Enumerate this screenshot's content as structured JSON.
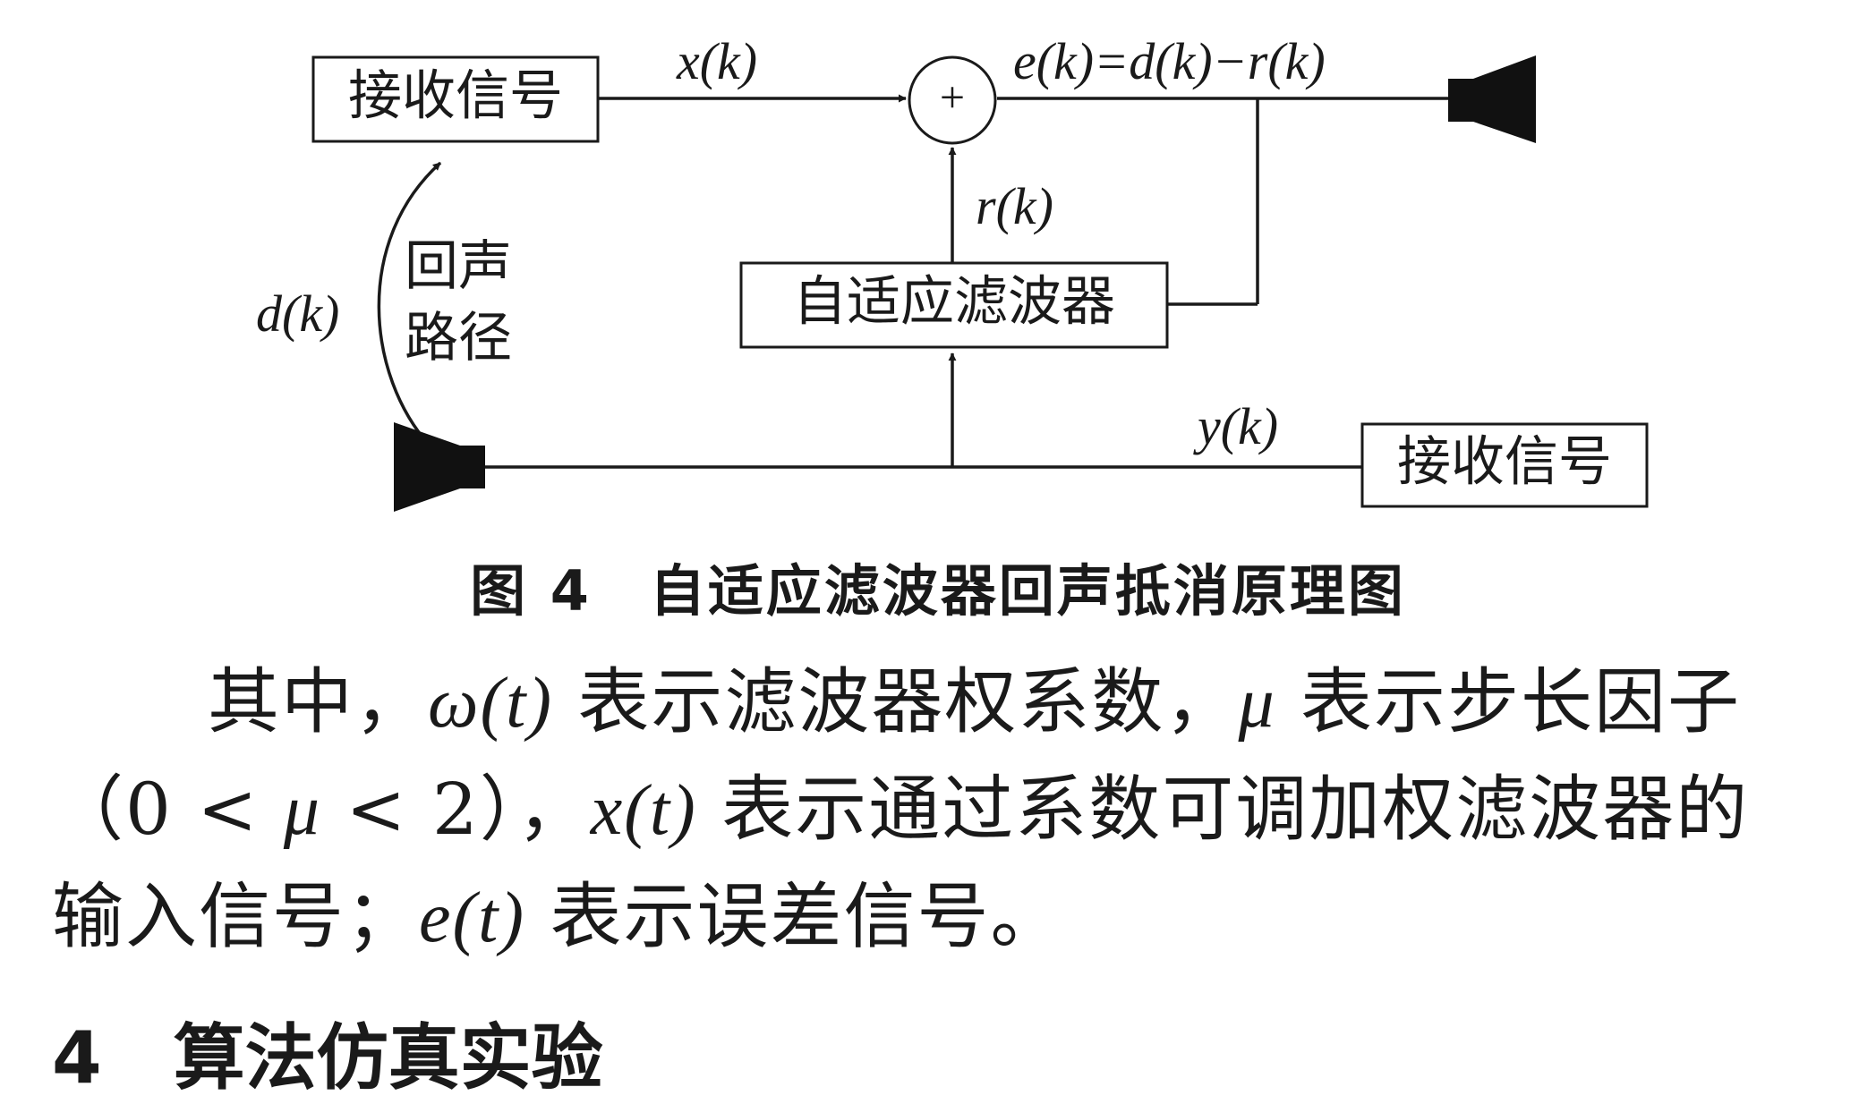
{
  "figure": {
    "box_receive_top": "接收信号",
    "box_receive_bottom": "接收信号",
    "box_adaptive_filter": "自适应滤波器",
    "sum_symbol": "+",
    "label_x": "x(k)",
    "label_e": "e(k)=d(k)−r(k)",
    "label_r": "r(k)",
    "label_y": "y(k)",
    "label_d": "d(k)",
    "echo_path_line1": "回声",
    "echo_path_line2": "路径",
    "speaker_icon": "speaker-icon"
  },
  "caption": "图 4　自适应滤波器回声抵消原理图",
  "paragraph": {
    "l1_a": "其中，",
    "l1_sym1": "ω(t)",
    "l1_b": " 表示滤波器权系数，",
    "l1_sym2": "μ",
    "l1_c": " 表示步长因子",
    "l2_a": "（0 < ",
    "l2_sym1": "μ",
    "l2_b": " < 2），",
    "l2_sym2": "x(t)",
    "l2_c": " 表示通过系数可调加权滤波器的",
    "l3_a": "输入信号；",
    "l3_sym1": "e(t)",
    "l3_b": " 表示误差信号。"
  },
  "heading_partial": "4　算法仿真实验"
}
